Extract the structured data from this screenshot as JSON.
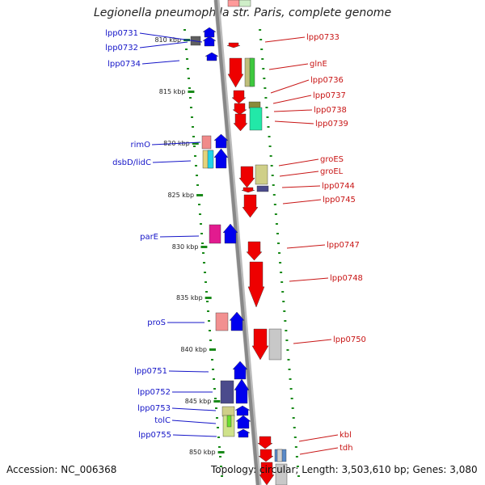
{
  "title": "Legionella pneumophila str. Paris, complete genome",
  "accession": "Accession: NC_006368",
  "topology": "Topology: circular; Length: 3,503,610 bp; Genes: 3,080",
  "ticks": [
    "810 kbp",
    "815 kbp",
    "820 kbp",
    "825 kbp",
    "830 kbp",
    "835 kbp",
    "840 kbp",
    "845 kbp",
    "850 kbp"
  ],
  "left_genes": [
    "lpp0731",
    "lpp0732",
    "lpp0734",
    "rimO",
    "dsbD/lidC",
    "parE",
    "proS",
    "lpp0751",
    "lpp0752",
    "lpp0753",
    "tolC",
    "lpp0755"
  ],
  "right_genes": [
    "lpp0733",
    "glnE",
    "lpp0736",
    "lpp0737",
    "lpp0738",
    "lpp0739",
    "groES",
    "groEL",
    "lpp0744",
    "lpp0745",
    "lpp0747",
    "lpp0748",
    "lpp0750",
    "kbl",
    "tdh"
  ],
  "colors": {
    "left_label": "#1515c8",
    "right_label": "#c81515",
    "forward_gene": "#0000ee",
    "reverse_gene": "#ee0000",
    "dot_track": "#1a8a1a",
    "backbone": "#888888"
  }
}
